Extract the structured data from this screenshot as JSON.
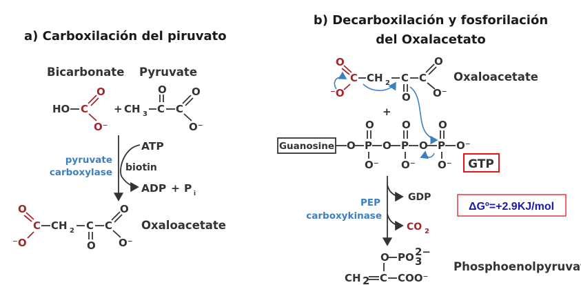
{
  "left": {
    "title": "a) Carboxilación del piruvato",
    "reactant1": "Bicarbonate",
    "reactant2": "Pyruvate",
    "enzyme_line1": "pyruvate",
    "enzyme_line2": "carboxylase",
    "cofactor": "biotin",
    "input": "ATP",
    "output": "ADP",
    "output_plus": "+",
    "output2": "P",
    "output2_sub": "i",
    "product": "Oxaloacetate",
    "plus": "+"
  },
  "right": {
    "title_line1": "b) Decarboxilación y fosforilación",
    "title_line2": "del Oxalacetato",
    "reactant1": "Oxaloacetate",
    "plus": "+",
    "guanosine": "Guanosine",
    "gtp_label": "GTP",
    "enzyme_line1": "PEP",
    "enzyme_line2": "carboxykinase",
    "out1": "GDP",
    "out2": "CO",
    "out2_sub": "2",
    "product": "Phosphoenolpyruvate",
    "delta_g": "ΔGº=+2.9KJ/mol"
  },
  "atoms": {
    "O": "O",
    "C": "C",
    "P": "P",
    "HO": "HO",
    "CH3": "CH",
    "CH2": "CH",
    "Ominus": "O⁻",
    "minusO": "⁻O",
    "sub3": "3",
    "sub2": "2",
    "PO3": "PO",
    "charge2m": "2−",
    "COO": "COO⁻"
  },
  "colors": {
    "red": "#a3272b",
    "blue": "#3d80c2",
    "delta_g": "#1a1aa8",
    "box_red": "#e8141c"
  }
}
